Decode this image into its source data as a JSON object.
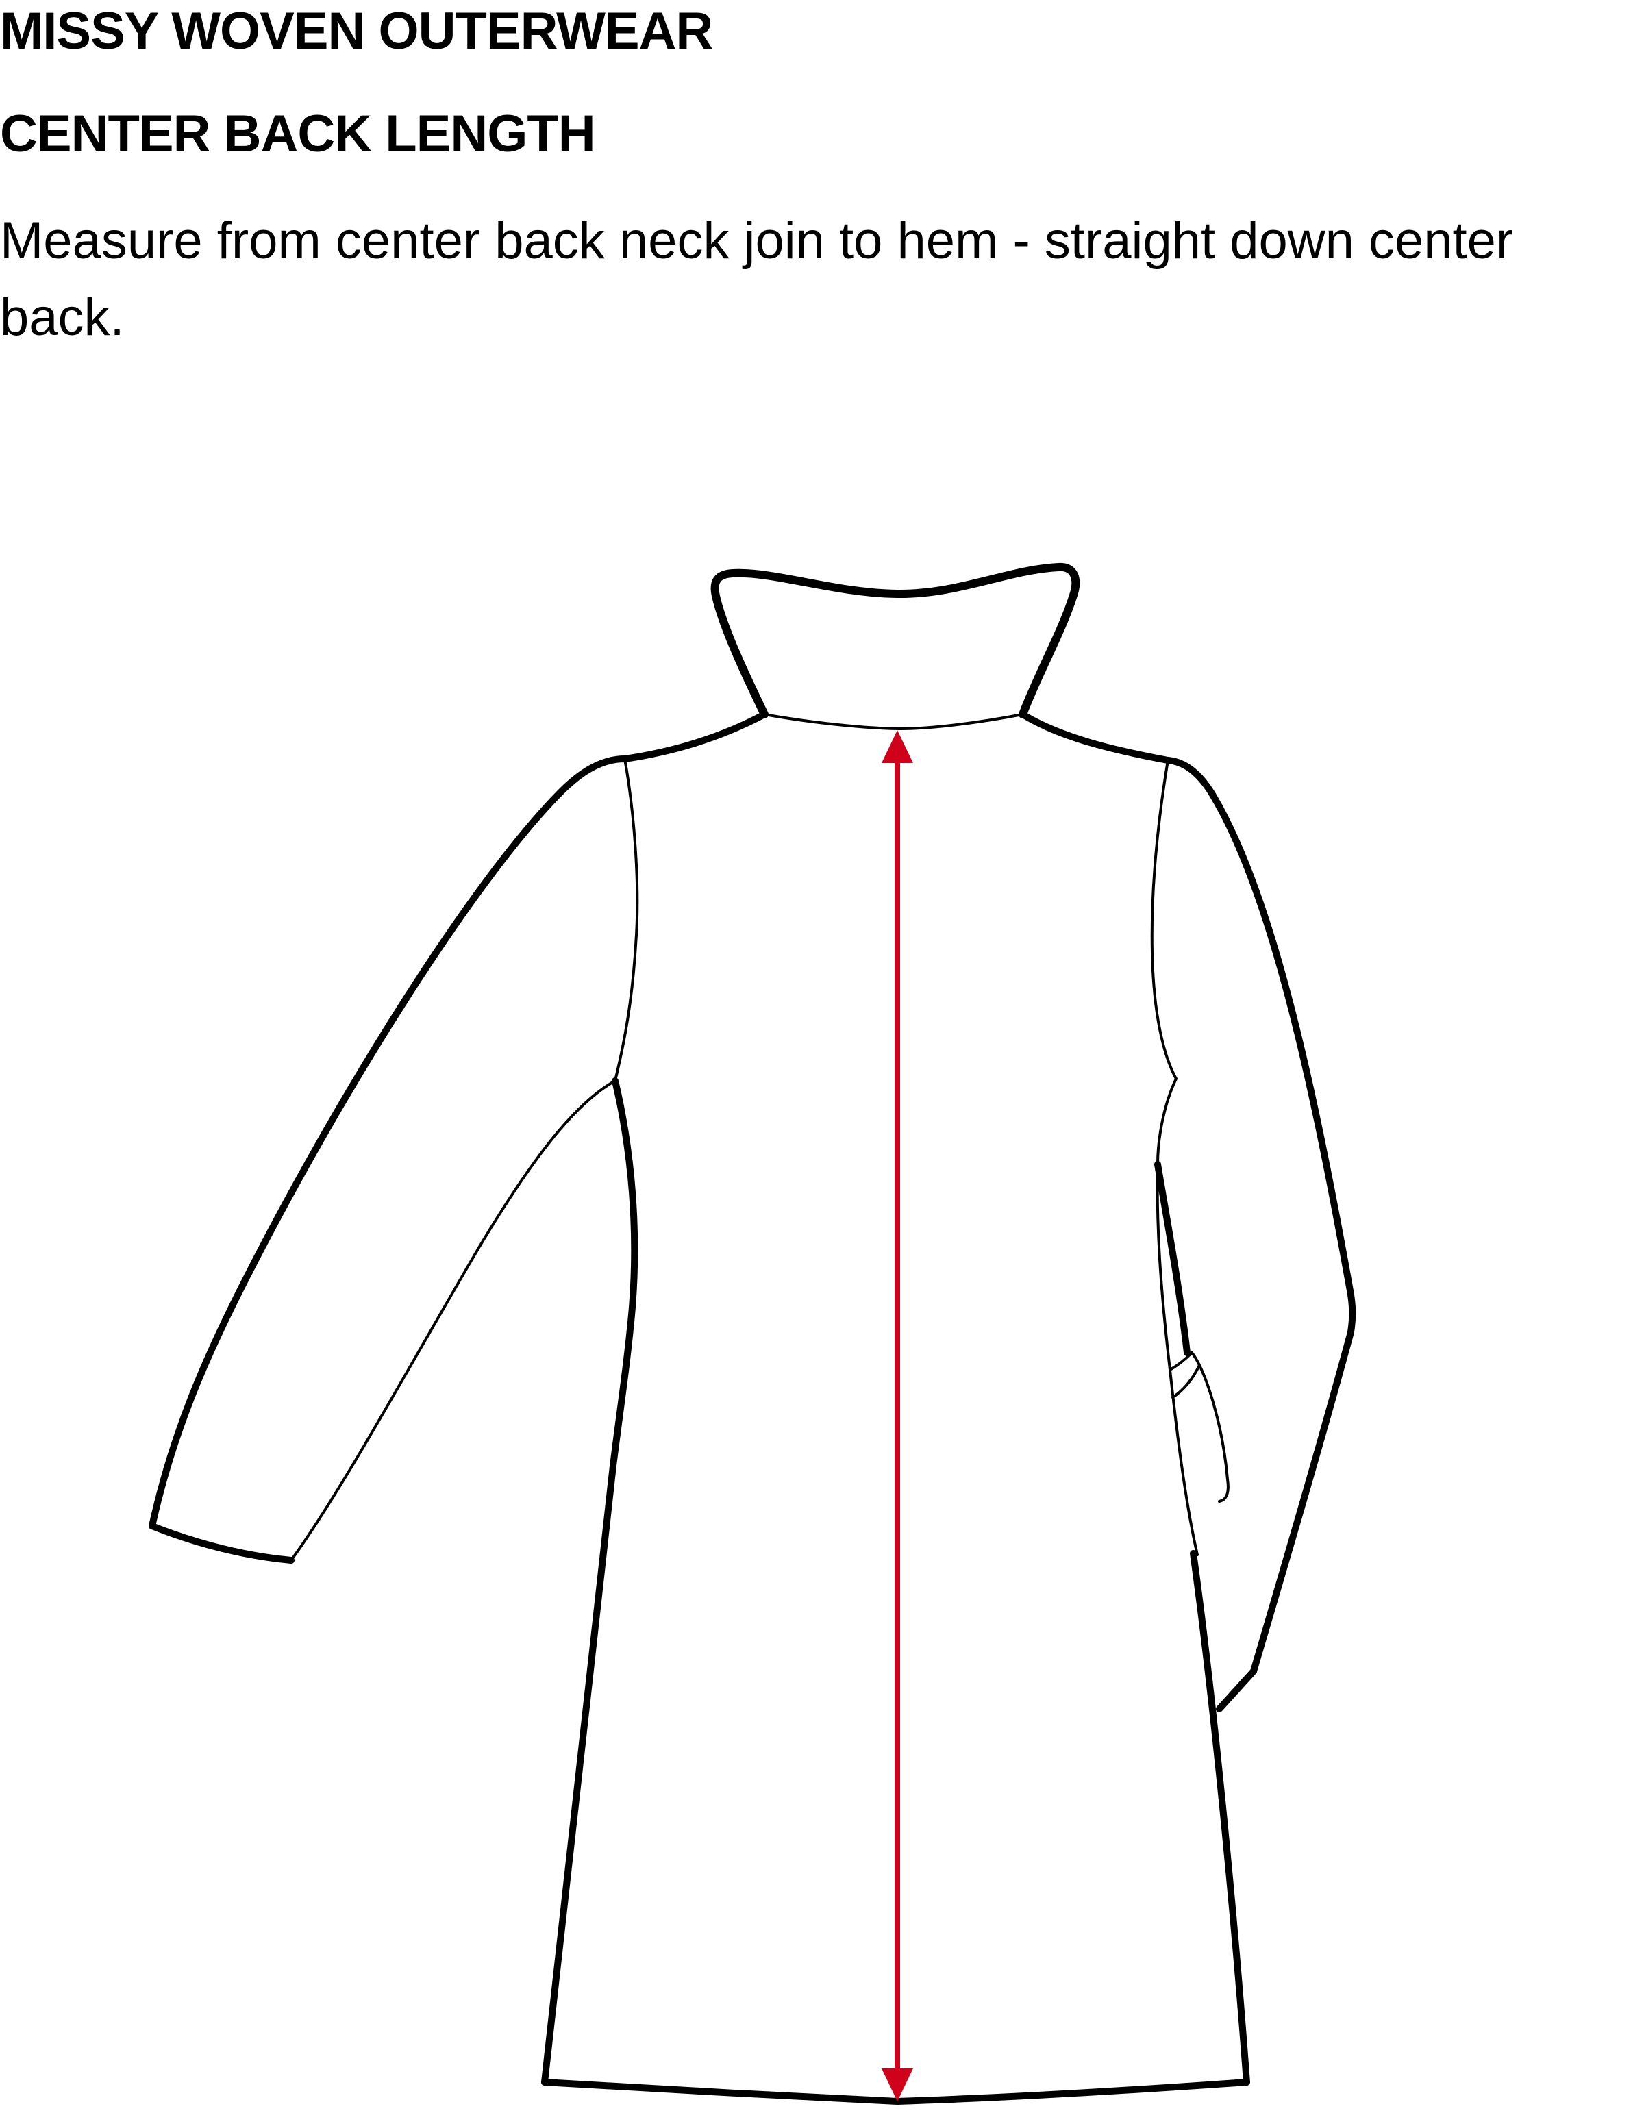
{
  "header": {
    "title": "MISSY WOVEN OUTERWEAR",
    "section": "CENTER BACK LENGTH",
    "instruction": "Measure from center back neck join to hem - straight down center back."
  },
  "diagram": {
    "garment": "coat",
    "view": "back",
    "measurement_icon": "double-arrow-icon",
    "colors": {
      "outline": "#000000",
      "measurement": "#d0021b"
    }
  }
}
